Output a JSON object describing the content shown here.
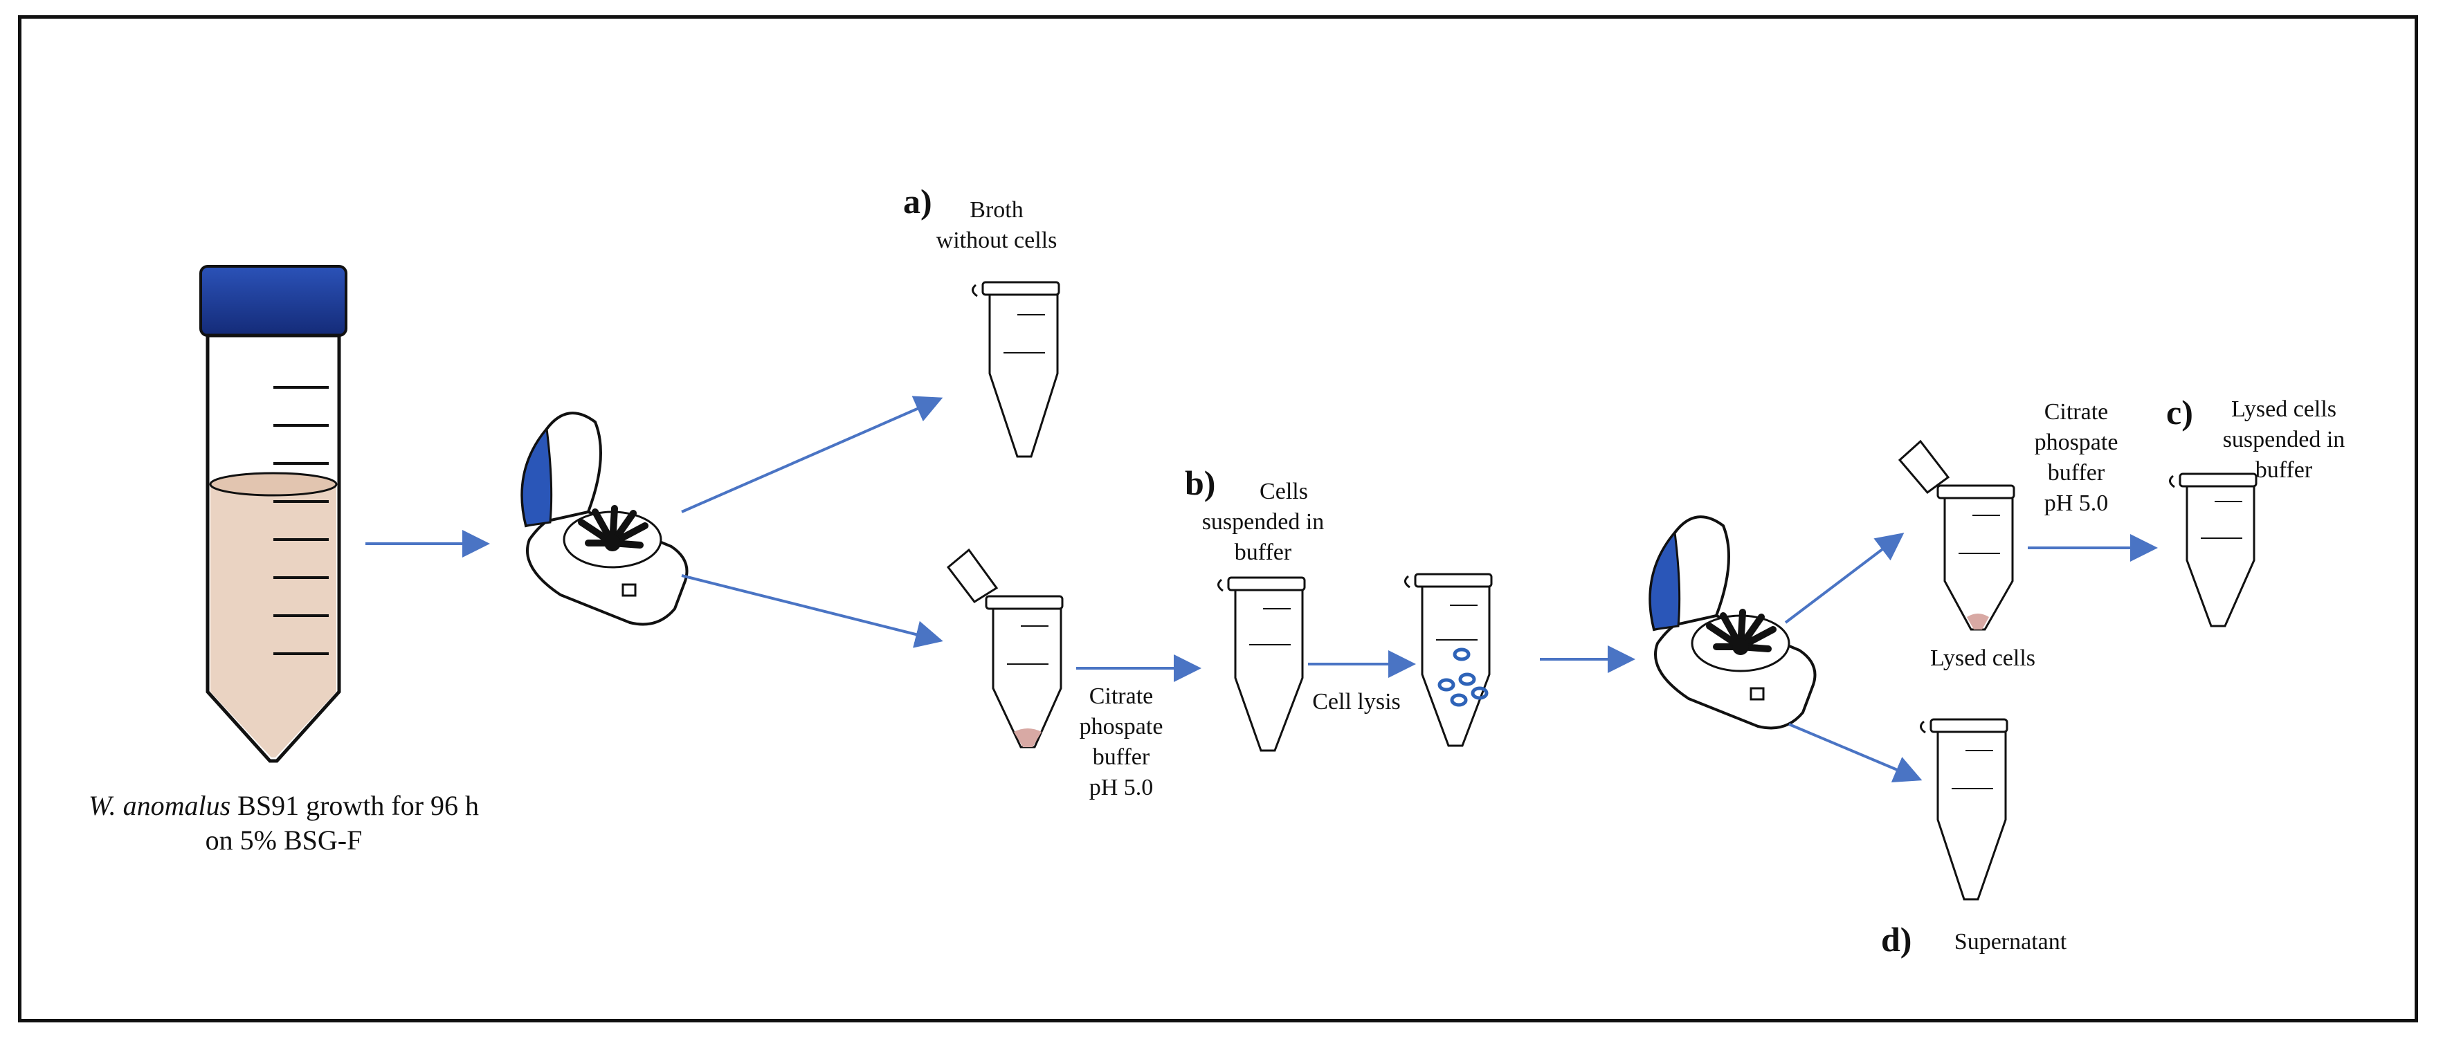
{
  "caption": {
    "organism": "W. anomalus",
    "line1_rest": " BS91 growth for 96 h",
    "line2": "on 5% BSG-F"
  },
  "panel_a": {
    "letter": "a)",
    "line1": "Broth",
    "line2": "without cells"
  },
  "panel_b": {
    "letter": "b)",
    "line1": "Cells",
    "line2": "suspended in",
    "line3": "buffer"
  },
  "panel_c": {
    "letter": "c)",
    "line1": "Lysed cells",
    "line2": "suspended in",
    "line3": "buffer"
  },
  "panel_d": {
    "letter": "d)",
    "label": "Supernatant"
  },
  "buffer_1": {
    "line1": "Citrate",
    "line2": "phospate",
    "line3": "buffer",
    "line4": "pH 5.0"
  },
  "buffer_2": {
    "line1": "Citrate",
    "line2": "phospate",
    "line3": "buffer",
    "line4": "pH 5.0"
  },
  "cell_lysis": "Cell lysis",
  "lysed_cells": "Lysed cells",
  "colors": {
    "arrow": "#4a74c4",
    "cap_blue": "#1f3f9a",
    "broth": "#ead3c2",
    "pellet": "#d8a9a4",
    "cell_blue": "#2e63b8"
  }
}
